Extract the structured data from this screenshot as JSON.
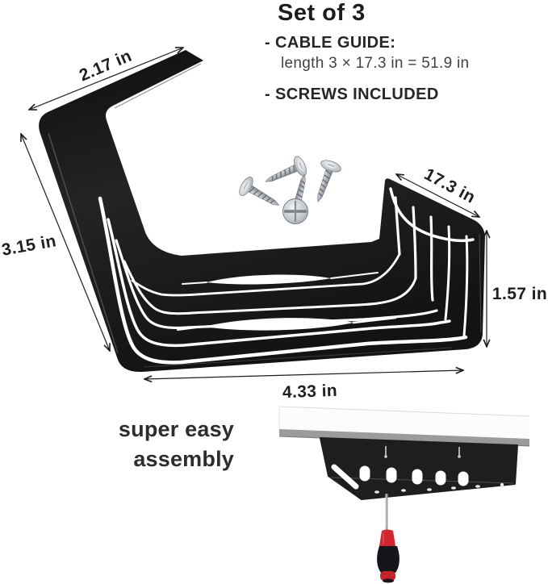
{
  "header": {
    "title": "Set of 3",
    "bullets": [
      {
        "label": "- CABLE GUIDE:",
        "detail": "length 3 × 17.3 in = 51.9 in"
      },
      {
        "label": "- SCREWS INCLUDED"
      }
    ]
  },
  "dimension_labels": {
    "top_flange": "2.17 in",
    "left_height": "3.15 in",
    "length": "17.3 in",
    "right_height": "1.57 in",
    "base_width": "4.33 in"
  },
  "caption": {
    "line1": "super easy",
    "line2": "assembly"
  },
  "illustrations": {
    "product": "cable-guide-tray",
    "hardware": "four-metal-screws",
    "assembly": "under-desk-mounted-tray-with-screwdriver"
  },
  "colors": {
    "product_black": "#19191b",
    "text_dark": "#1e1e1e",
    "text_mid": "#414141",
    "metal_silver": "#b9bdc3",
    "handle_red": "#cc2630",
    "shelf_gray": "#9b9b9b"
  }
}
